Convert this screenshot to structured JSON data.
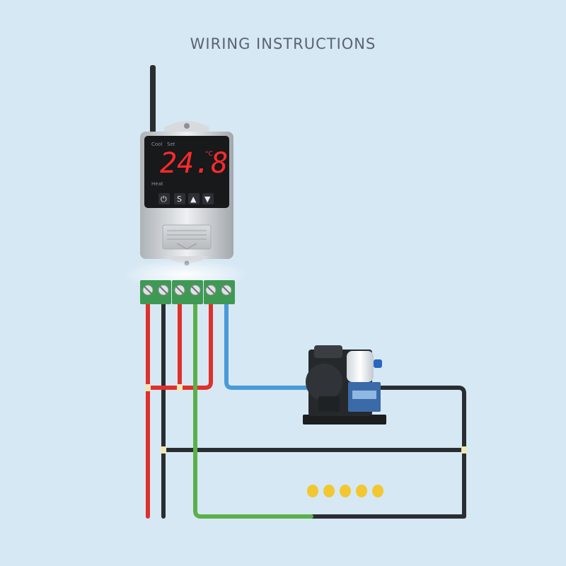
{
  "title": "WIRING INSTRUCTIONS",
  "controller": {
    "label_cool": "Cool",
    "label_set": "Set",
    "label_heat": "Heat",
    "temperature": "24.8",
    "unit": "°C",
    "buttons": [
      {
        "name": "power-button",
        "glyph": "⏻"
      },
      {
        "name": "set-button",
        "glyph": "S"
      },
      {
        "name": "up-button",
        "glyph": "▲"
      },
      {
        "name": "down-button",
        "glyph": "▼"
      }
    ]
  },
  "colors": {
    "background": "#d6e8f4",
    "wire_red": "#e0302c",
    "wire_black": "#2a2d30",
    "wire_green": "#5cb04a",
    "wire_blue": "#4a9ad8",
    "terminal_green": "#3e9a52",
    "led_red": "#ff2a2a",
    "heater_copper": "#c98a5a",
    "heater_cap": "#f2c730"
  }
}
